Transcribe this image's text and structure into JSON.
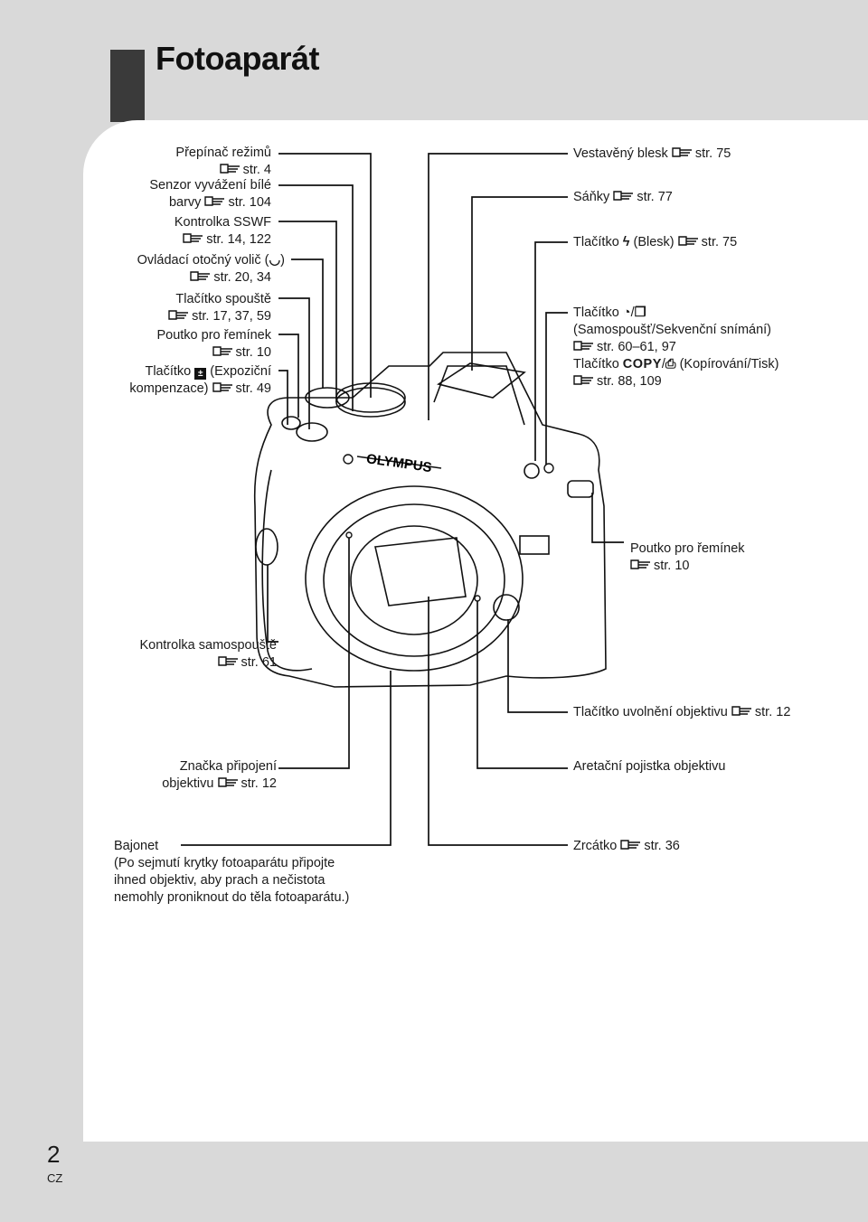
{
  "page": {
    "title": "Fotoaparát",
    "number": "2",
    "lang": "CZ"
  },
  "brand": "OLYMPUS",
  "labels": {
    "mode_dial": {
      "line1": "Přepínač režimů",
      "ref": "str. 4"
    },
    "wb_sensor": {
      "line1": "Senzor vyvážení bílé",
      "line2_text": "barvy",
      "ref": "str. 104"
    },
    "sswf": {
      "line1": "Kontrolka SSWF",
      "ref": "str. 14, 122"
    },
    "control_dial": {
      "line1_a": "Ovládací otočný volič (",
      "line1_b": ")",
      "ref": "str. 20, 34"
    },
    "shutter": {
      "line1": "Tlačítko spouště",
      "ref": "str. 17, 37, 59"
    },
    "strap_left": {
      "line1": "Poutko pro řemínek",
      "ref": "str. 10"
    },
    "exposure": {
      "line1_a": "Tlačítko",
      "line1_b": "(Expoziční",
      "line2_text": "kompenzace)",
      "ref": "str. 49"
    },
    "flash_builtin": {
      "text": "Vestavěný blesk",
      "ref": "str. 75"
    },
    "hot_shoe": {
      "text": "Sáňky",
      "ref": "str. 77"
    },
    "flash_btn": {
      "text_a": "Tlačítko",
      "text_b": "(Blesk)",
      "ref": "str. 75"
    },
    "selftimer_btn": {
      "line1_a": "Tlačítko",
      "line2": "(Samospoušť/Sekvenční snímání)",
      "ref": "str. 60–61, 97"
    },
    "copy_btn": {
      "line1_a": "Tlačítko",
      "copy": "COPY",
      "line1_b": "(Kopírování/Tisk)",
      "ref": "str. 88, 109"
    },
    "strap_right": {
      "line1": "Poutko pro řemínek",
      "ref": "str. 10"
    },
    "selftimer_lamp": {
      "line1": "Kontrolka samospouště",
      "ref": "str. 61"
    },
    "lens_release": {
      "text": "Tlačítko uvolnění objektivu",
      "ref": "str. 12"
    },
    "mount_mark": {
      "line1": "Značka připojení",
      "line2_text": "objektivu",
      "ref": "str. 12"
    },
    "lens_lock": {
      "text": "Aretační pojistka objektivu"
    },
    "mount": {
      "line1": "Bajonet",
      "line2": "(Po sejmutí krytky fotoaparátu připojte",
      "line3": "ihned objektiv, aby prach a nečistota",
      "line4": "nemohly proniknout do těla fotoaparátu.)"
    },
    "mirror": {
      "text": "Zrcátko",
      "ref": "str. 36"
    }
  },
  "icons": {
    "ref": "reference-hand-icon",
    "control_dial": "control-dial-icon",
    "exposure": "exposure-compensation-icon",
    "flash": "flash-bolt-icon",
    "selftimer": "self-timer-icon",
    "sequential": "sequential-shooting-icon",
    "print": "print-icon"
  }
}
